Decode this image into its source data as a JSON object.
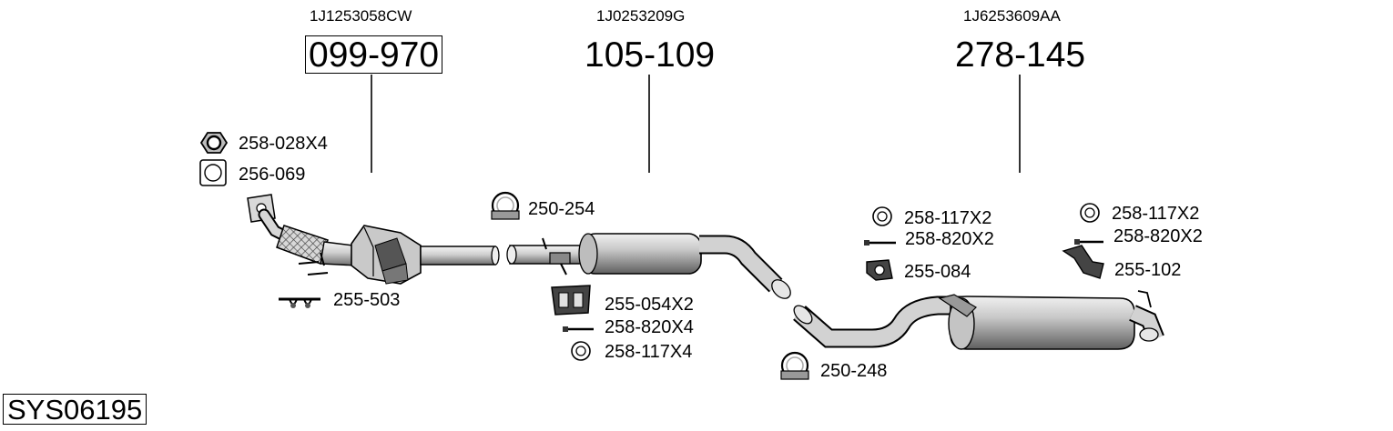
{
  "system_code": "SYS06195",
  "sections": [
    {
      "oe_number": "1J1253058CW",
      "part_number": "099-970",
      "highlighted": true
    },
    {
      "oe_number": "1J0253209G",
      "part_number": "105-109",
      "highlighted": false
    },
    {
      "oe_number": "1J6253609AA",
      "part_number": "278-145",
      "highlighted": false
    }
  ],
  "accessories": [
    {
      "code": "258-028X4",
      "icon": "hex-nut-icon"
    },
    {
      "code": "256-069",
      "icon": "flange-gasket-icon"
    },
    {
      "code": "255-503",
      "icon": "mounting-rubber-icon"
    },
    {
      "code": "250-254",
      "icon": "pipe-clamp-icon"
    },
    {
      "code": "255-054X2",
      "icon": "hanger-bracket-icon"
    },
    {
      "code": "258-820X4",
      "icon": "bolt-icon"
    },
    {
      "code": "258-117X4",
      "icon": "sealing-ring-icon"
    },
    {
      "code": "258-117X2",
      "icon": "sealing-ring-icon"
    },
    {
      "code": "258-820X2",
      "icon": "bolt-icon"
    },
    {
      "code": "255-084",
      "icon": "rubber-mount-icon"
    },
    {
      "code": "250-248",
      "icon": "pipe-clamp-icon"
    },
    {
      "code": "258-117X2",
      "icon": "sealing-ring-icon"
    },
    {
      "code": "258-820X2",
      "icon": "bolt-icon"
    },
    {
      "code": "255-102",
      "icon": "bracket-icon"
    }
  ]
}
